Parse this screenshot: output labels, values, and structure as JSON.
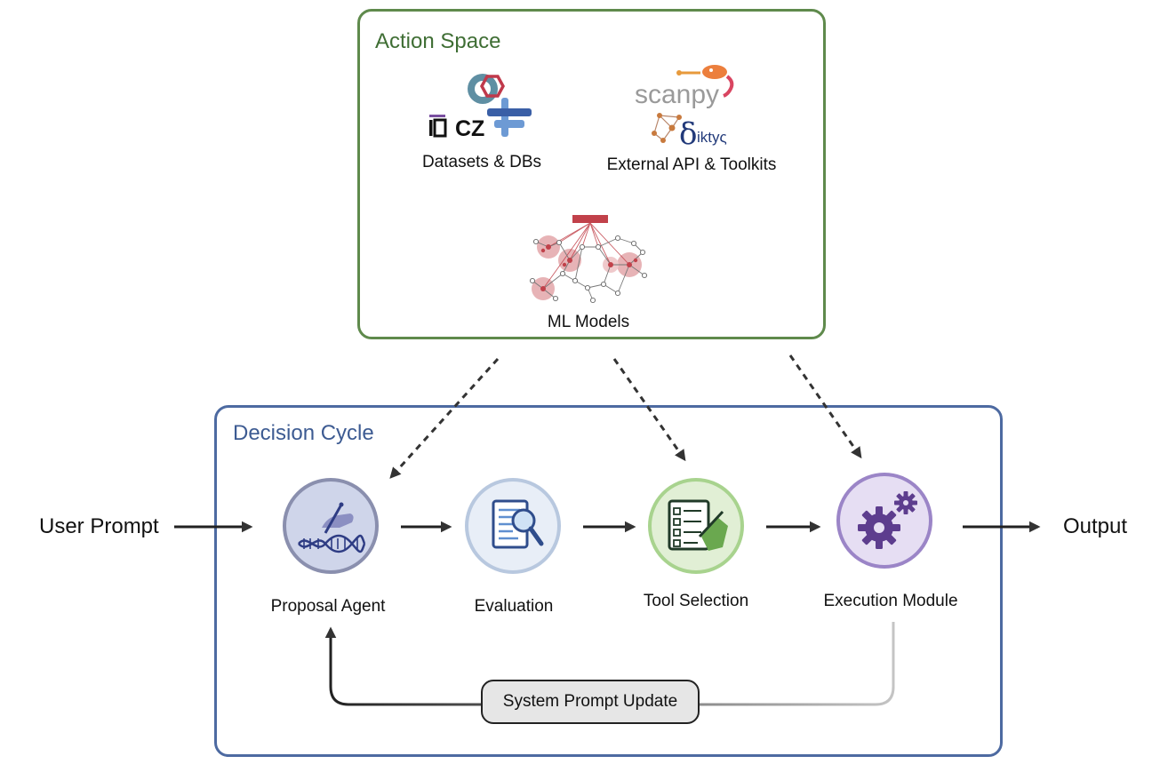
{
  "action_space": {
    "title": "Action Space",
    "datasets_label": "Datasets & DBs",
    "external_label": "External API & Toolkits",
    "ml_label": "ML Models",
    "logo_texts": {
      "cz": "CZ",
      "scanpy": "scanpy",
      "diktyo": "iktyς",
      "diktyo_delta": "δ"
    }
  },
  "decision_cycle": {
    "title": "Decision Cycle",
    "nodes": [
      {
        "label": "Proposal Agent",
        "icon": "dna-writing-icon"
      },
      {
        "label": "Evaluation",
        "icon": "document-magnifier-icon"
      },
      {
        "label": "Tool Selection",
        "icon": "checklist-pen-icon"
      },
      {
        "label": "Execution Module",
        "icon": "gears-icon"
      }
    ],
    "feedback_label": "System Prompt Update"
  },
  "io": {
    "input_label": "User Prompt",
    "output_label": "Output"
  },
  "colors": {
    "action_border": "#5f8a4c",
    "decision_border": "#4d6aa1",
    "proposal_ring": "#8a8fae",
    "evaluation_ring": "#b8c8df",
    "tool_ring": "#a8d38e",
    "execution_ring": "#9b85c7"
  }
}
